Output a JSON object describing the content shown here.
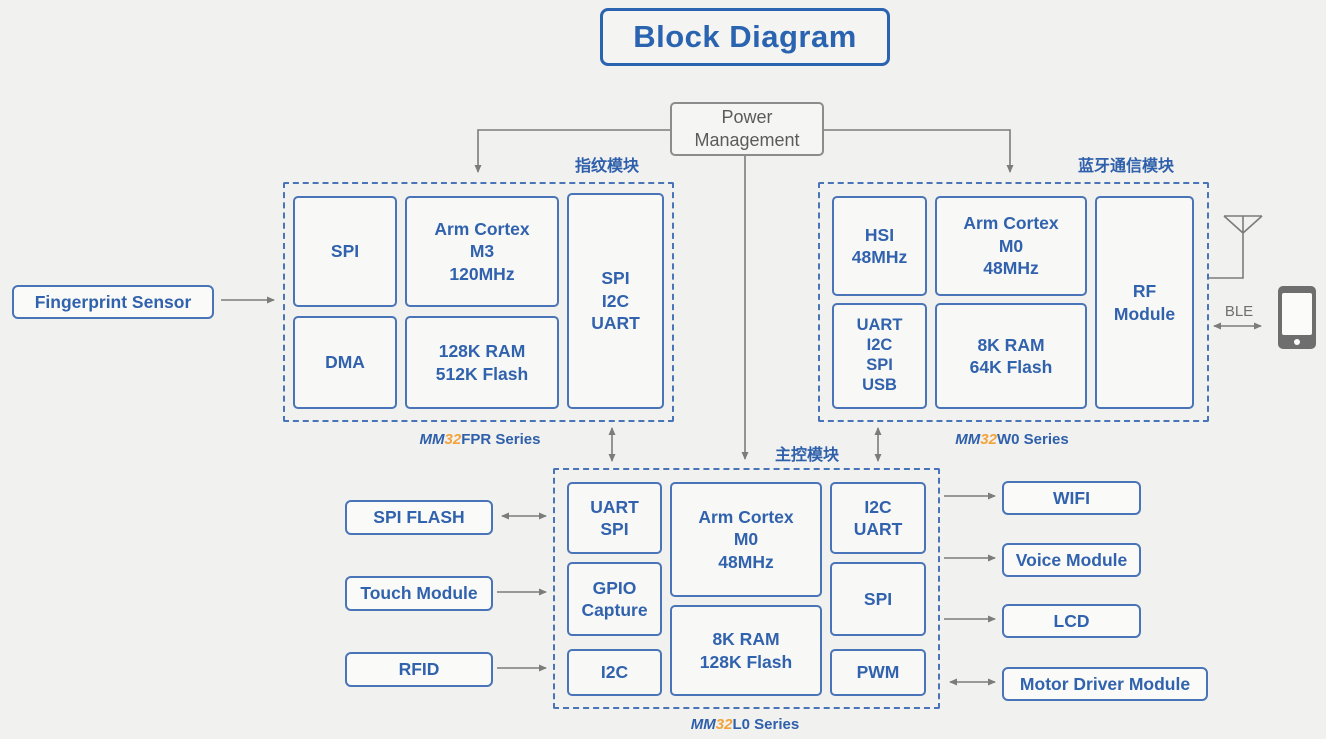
{
  "title": "Block Diagram",
  "power_management": [
    "Power",
    "Management"
  ],
  "modules": {
    "fingerprint": {
      "label": "指纹模块",
      "series": {
        "prefix": "MM",
        "num": "32",
        "suffix": "FPR Series"
      },
      "blocks": {
        "spi": "SPI",
        "cpu": [
          "Arm Cortex",
          "M3",
          "120MHz"
        ],
        "dma": "DMA",
        "memory": [
          "128K RAM",
          "512K Flash"
        ],
        "interfaces": [
          "SPI",
          "I2C",
          "UART"
        ]
      }
    },
    "bluetooth": {
      "label": "蓝牙通信模块",
      "series": {
        "prefix": "MM",
        "num": "32",
        "suffix": "W0 Series"
      },
      "blocks": {
        "hsi": [
          "HSI",
          "48MHz"
        ],
        "cpu": [
          "Arm Cortex",
          "M0",
          "48MHz"
        ],
        "interfaces": [
          "UART",
          "I2C",
          "SPI",
          "USB"
        ],
        "memory": [
          "8K RAM",
          "64K Flash"
        ],
        "rf": [
          "RF",
          "Module"
        ]
      }
    },
    "main": {
      "label": "主控模块",
      "series": {
        "prefix": "MM",
        "num": "32",
        "suffix": "L0 Series"
      },
      "blocks": {
        "uart_spi": [
          "UART",
          "SPI"
        ],
        "cpu": [
          "Arm Cortex",
          "M0",
          "48MHz"
        ],
        "i2c_uart": [
          "I2C",
          "UART"
        ],
        "gpio_capture": [
          "GPIO",
          "Capture"
        ],
        "spi": "SPI",
        "i2c": "I2C",
        "memory": [
          "8K RAM",
          "128K Flash"
        ],
        "pwm": "PWM"
      }
    }
  },
  "peripherals": {
    "fingerprint_sensor": "Fingerprint Sensor",
    "spi_flash": "SPI FLASH",
    "touch_module": "Touch Module",
    "rfid": "RFID",
    "wifi": "WIFI",
    "voice_module": "Voice Module",
    "lcd": "LCD",
    "motor_driver": "Motor Driver Module"
  },
  "connections": {
    "ble": "BLE"
  },
  "colors": {
    "blue": "#3162ad",
    "border_blue": "#4a74b8",
    "orange": "#f2a33c",
    "line_gray": "#7c7c7c",
    "background": "#f1f1ef"
  }
}
